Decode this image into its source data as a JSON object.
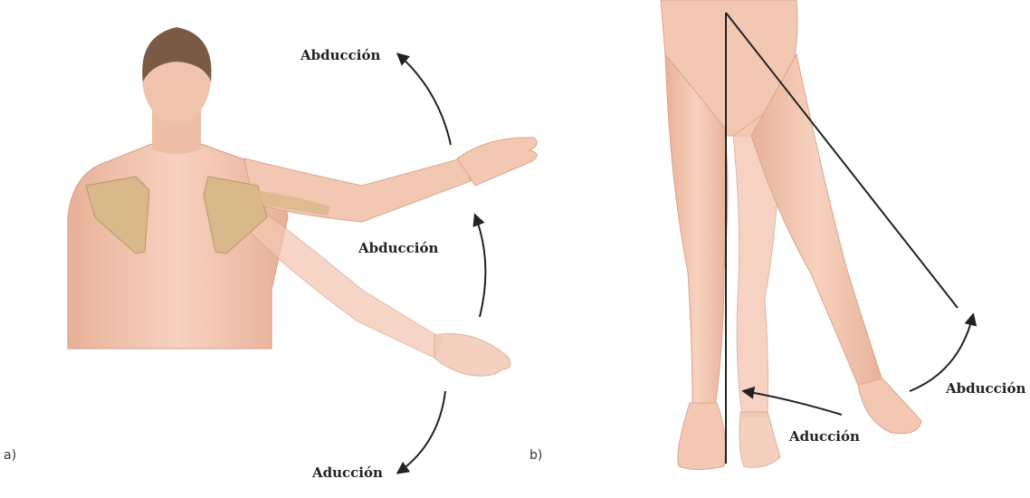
{
  "panel_a": {
    "panel_label": "a)",
    "label_top": "Abducción",
    "label_middle": "Abducción",
    "label_bottom": "Aducción"
  },
  "panel_b": {
    "panel_label": "b)",
    "label_right": "Abducción",
    "label_bottom": "Aducción"
  },
  "colors": {
    "skin": "#f2c4ad",
    "skin_shadow": "#e3a98e",
    "hair": "#7a5a45",
    "bone": "#d9b88a",
    "arrow": "#222222"
  }
}
